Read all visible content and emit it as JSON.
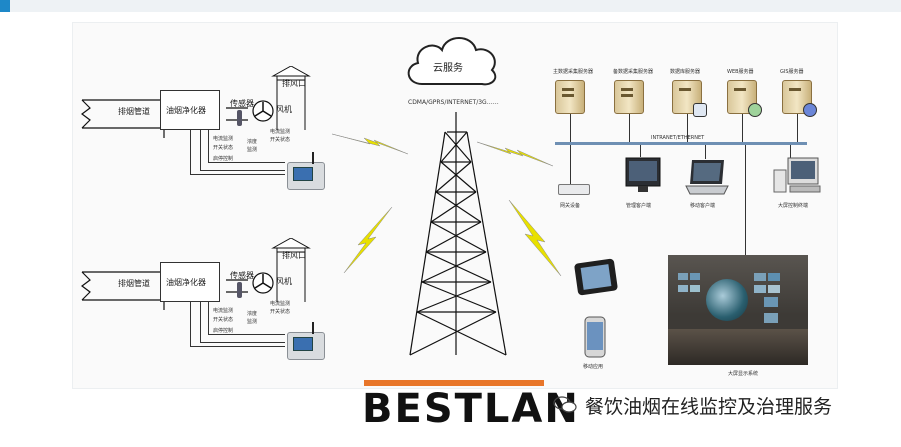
{
  "cloud": {
    "label": "云服务",
    "network": "CDMA/GPRS/INTERNET/3G……"
  },
  "bus": {
    "label": "INTRANET/ETHERNET"
  },
  "servers": [
    {
      "label": "主数据采集服务器"
    },
    {
      "label": "备数据采集服务器"
    },
    {
      "label": "数据库服务器"
    },
    {
      "label": "WEB服务器"
    },
    {
      "label": "GIS服务器"
    }
  ],
  "clients": {
    "gateway": "网关设备",
    "mgmt": "管理客户端",
    "mobile_client": "移动客户端",
    "screen_ctrl": "大屏控制终端"
  },
  "mobile_app": "移动应用",
  "big_screen": "大屏显示系统",
  "site_top": {
    "duct": "排烟管道",
    "purifier": "油烟净化器",
    "sensor": "传感器",
    "fan": "风机",
    "outlet": "排风口",
    "sig1": "电流监测",
    "sig2": "开关状态",
    "sig3": "启停控制",
    "sig4": "浓度",
    "sig5": "监测",
    "sig6": "电流监测",
    "sig7": "开关状态"
  },
  "site_bottom": {
    "duct": "排烟管道",
    "purifier": "油烟净化器",
    "sensor": "传感器",
    "fan": "风机",
    "outlet": "排风口",
    "sig1": "电流监测",
    "sig2": "开关状态",
    "sig3": "启停控制",
    "sig4": "浓度",
    "sig5": "监测",
    "sig6": "电流监测",
    "sig7": "开关状态"
  },
  "brand": {
    "logo": "BESTLAN"
  },
  "watermark": {
    "text": "餐饮油烟在线监控及治理服务"
  },
  "colors": {
    "accent": "#1e88c8",
    "signal": "#e8e000",
    "logo_bar": "#e8762a",
    "bus": "#6e8fb3"
  }
}
